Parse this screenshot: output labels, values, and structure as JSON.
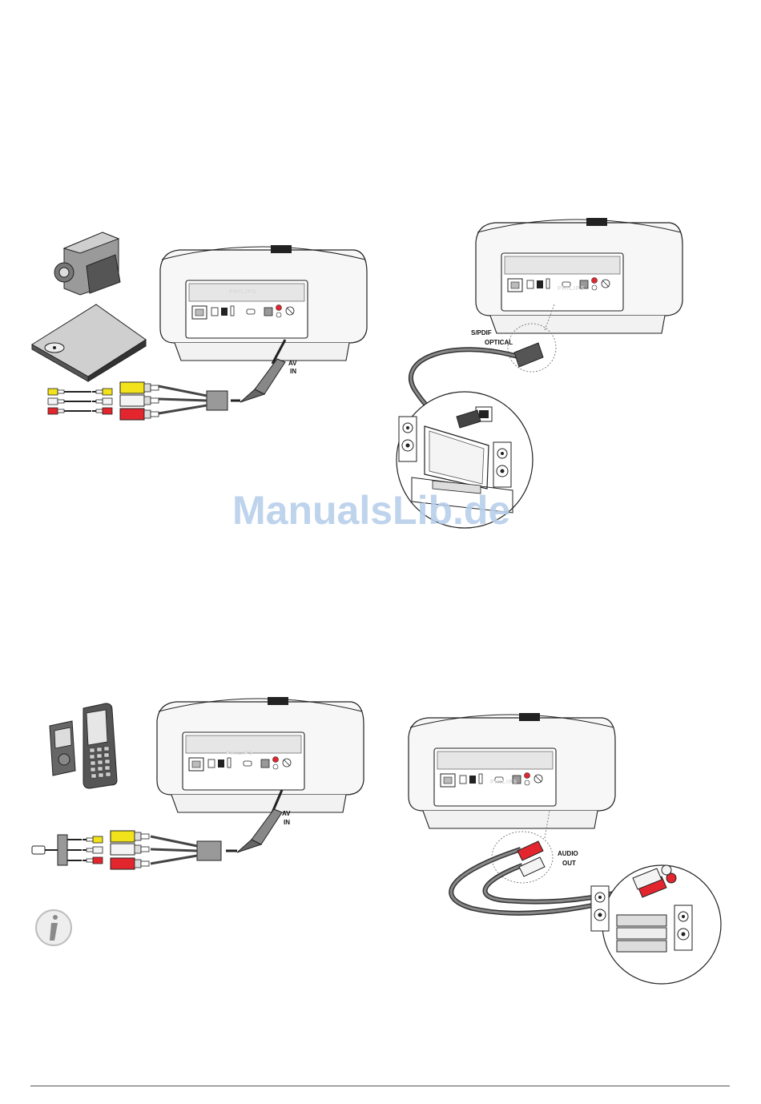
{
  "brand": "PHILIPS",
  "labels": {
    "av_in_1": "AV",
    "av_in_2": "IN",
    "spdif_1": "S/PDIF",
    "spdif_2": "OPTICAL",
    "audio_1": "AUDIO",
    "audio_2": "OUT"
  },
  "watermark": "ManualsLib.de",
  "icons": [
    "camcorder-icon",
    "dvd-player-icon",
    "projector-icon",
    "rca-plug-icon",
    "minijack-plug-icon",
    "optical-plug-icon",
    "home-cinema-icon",
    "mp3-player-icon",
    "mobile-phone-icon",
    "hifi-system-icon",
    "speaker-icon",
    "info-icon"
  ],
  "colors": {
    "yellow": "#f2e21b",
    "red": "#e3262e",
    "white": "#f4f4f4",
    "cable": "#6b6b6b",
    "outline": "#222222"
  }
}
